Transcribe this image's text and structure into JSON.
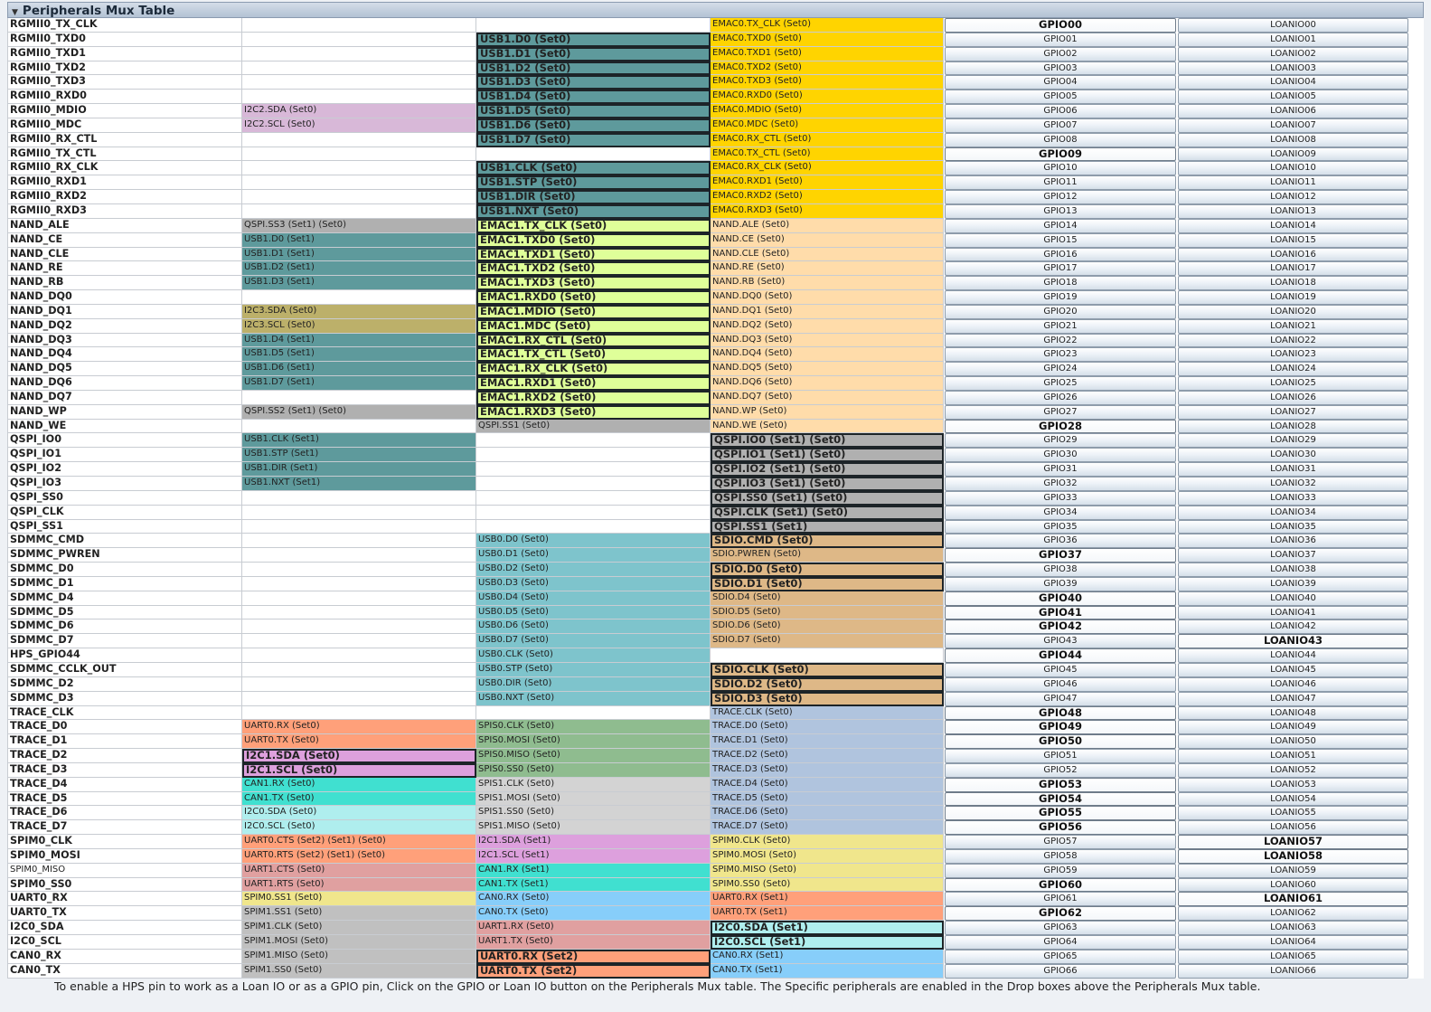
{
  "panel": {
    "title": "Peripherals Mux Table"
  },
  "footer": {
    "text": "To enable a HPS pin to work as a Loan IO or as a GPIO pin, Click on the GPIO or Loan IO button on the Peripherals Mux table. The Specific peripherals are enabled in the Drop boxes above the Peripherals Mux table."
  },
  "colors": {
    "usb1_dark": "#5e9a9c",
    "emac0": "#ffd400",
    "emac1": "#dfff99",
    "nand": "#ffdcaa",
    "qspi": "#b0b0b0",
    "i2c2": "#d8b8d8",
    "i2c3": "#bcb06a",
    "usb0": "#7ec4cc",
    "sdio": "#deb887",
    "trace": "#b0c4de",
    "uart0": "#ffa07a",
    "spis0": "#8fbc8f",
    "i2c1": "#dda0dd",
    "can1": "#40e0d0",
    "spis1": "#d3d3d3",
    "i2c0": "#afeeee",
    "uart1": "#e0a0a0",
    "spim0": "#f0e68c",
    "can0": "#87cefa",
    "spim1": "#c0c0c0"
  },
  "rows": [
    {
      "pin": "RGMII0_TX_CLK",
      "c1": "",
      "c1c": "",
      "c2": "",
      "c2c": "",
      "c3": "EMAC0.TX_CLK (Set0)",
      "c3c": "emac0",
      "gpio": "GPIO00",
      "gpioSel": true,
      "loan": "LOANIO00",
      "loanSel": false
    },
    {
      "pin": "RGMII0_TXD0",
      "c1": "",
      "c1c": "",
      "c2": "USB1.D0 (Set0)",
      "c2c": "usb1_dark",
      "c2b": true,
      "c3": "EMAC0.TXD0 (Set0)",
      "c3c": "emac0",
      "gpio": "GPIO01",
      "loan": "LOANIO01"
    },
    {
      "pin": "RGMII0_TXD1",
      "c1": "",
      "c1c": "",
      "c2": "USB1.D1 (Set0)",
      "c2c": "usb1_dark",
      "c2b": true,
      "c3": "EMAC0.TXD1 (Set0)",
      "c3c": "emac0",
      "gpio": "GPIO02",
      "loan": "LOANIO02"
    },
    {
      "pin": "RGMII0_TXD2",
      "c1": "",
      "c1c": "",
      "c2": "USB1.D2 (Set0)",
      "c2c": "usb1_dark",
      "c2b": true,
      "c3": "EMAC0.TXD2 (Set0)",
      "c3c": "emac0",
      "gpio": "GPIO03",
      "loan": "LOANIO03"
    },
    {
      "pin": "RGMII0_TXD3",
      "c1": "",
      "c1c": "",
      "c2": "USB1.D3 (Set0)",
      "c2c": "usb1_dark",
      "c2b": true,
      "c3": "EMAC0.TXD3 (Set0)",
      "c3c": "emac0",
      "gpio": "GPIO04",
      "loan": "LOANIO04"
    },
    {
      "pin": "RGMII0_RXD0",
      "c1": "",
      "c1c": "",
      "c2": "USB1.D4 (Set0)",
      "c2c": "usb1_dark",
      "c2b": true,
      "c3": "EMAC0.RXD0 (Set0)",
      "c3c": "emac0",
      "gpio": "GPIO05",
      "loan": "LOANIO05"
    },
    {
      "pin": "RGMII0_MDIO",
      "c1": "I2C2.SDA (Set0)",
      "c1c": "i2c2",
      "c2": "USB1.D5 (Set0)",
      "c2c": "usb1_dark",
      "c2b": true,
      "c3": "EMAC0.MDIO (Set0)",
      "c3c": "emac0",
      "gpio": "GPIO06",
      "loan": "LOANIO06"
    },
    {
      "pin": "RGMII0_MDC",
      "c1": "I2C2.SCL (Set0)",
      "c1c": "i2c2",
      "c2": "USB1.D6 (Set0)",
      "c2c": "usb1_dark",
      "c2b": true,
      "c3": "EMAC0.MDC (Set0)",
      "c3c": "emac0",
      "gpio": "GPIO07",
      "loan": "LOANIO07"
    },
    {
      "pin": "RGMII0_RX_CTL",
      "c1": "",
      "c1c": "",
      "c2": "USB1.D7 (Set0)",
      "c2c": "usb1_dark",
      "c2b": true,
      "c3": "EMAC0.RX_CTL (Set0)",
      "c3c": "emac0",
      "gpio": "GPIO08",
      "loan": "LOANIO08"
    },
    {
      "pin": "RGMII0_TX_CTL",
      "c1": "",
      "c1c": "",
      "c2": "",
      "c2c": "",
      "c3": "EMAC0.TX_CTL (Set0)",
      "c3c": "emac0",
      "gpio": "GPIO09",
      "gpioSel": true,
      "loan": "LOANIO09"
    },
    {
      "pin": "RGMII0_RX_CLK",
      "c1": "",
      "c1c": "",
      "c2": "USB1.CLK (Set0)",
      "c2c": "usb1_dark",
      "c2b": true,
      "c3": "EMAC0.RX_CLK (Set0)",
      "c3c": "emac0",
      "gpio": "GPIO10",
      "loan": "LOANIO10"
    },
    {
      "pin": "RGMII0_RXD1",
      "c1": "",
      "c1c": "",
      "c2": "USB1.STP (Set0)",
      "c2c": "usb1_dark",
      "c2b": true,
      "c3": "EMAC0.RXD1 (Set0)",
      "c3c": "emac0",
      "gpio": "GPIO11",
      "loan": "LOANIO11"
    },
    {
      "pin": "RGMII0_RXD2",
      "c1": "",
      "c1c": "",
      "c2": "USB1.DIR (Set0)",
      "c2c": "usb1_dark",
      "c2b": true,
      "c3": "EMAC0.RXD2 (Set0)",
      "c3c": "emac0",
      "gpio": "GPIO12",
      "loan": "LOANIO12"
    },
    {
      "pin": "RGMII0_RXD3",
      "c1": "",
      "c1c": "",
      "c2": "USB1.NXT (Set0)",
      "c2c": "usb1_dark",
      "c2b": true,
      "c3": "EMAC0.RXD3 (Set0)",
      "c3c": "emac0",
      "gpio": "GPIO13",
      "loan": "LOANIO13"
    },
    {
      "pin": "NAND_ALE",
      "c1": "QSPI.SS3 (Set1) (Set0)",
      "c1c": "qspi",
      "c2": "EMAC1.TX_CLK (Set0)",
      "c2c": "emac1",
      "c2b": true,
      "c3": "NAND.ALE (Set0)",
      "c3c": "nand",
      "gpio": "GPIO14",
      "loan": "LOANIO14"
    },
    {
      "pin": "NAND_CE",
      "c1": "USB1.D0 (Set1)",
      "c1c": "usb1_dark",
      "c2": "EMAC1.TXD0 (Set0)",
      "c2c": "emac1",
      "c2b": true,
      "c3": "NAND.CE (Set0)",
      "c3c": "nand",
      "gpio": "GPIO15",
      "loan": "LOANIO15"
    },
    {
      "pin": "NAND_CLE",
      "c1": "USB1.D1 (Set1)",
      "c1c": "usb1_dark",
      "c2": "EMAC1.TXD1 (Set0)",
      "c2c": "emac1",
      "c2b": true,
      "c3": "NAND.CLE (Set0)",
      "c3c": "nand",
      "gpio": "GPIO16",
      "loan": "LOANIO16"
    },
    {
      "pin": "NAND_RE",
      "c1": "USB1.D2 (Set1)",
      "c1c": "usb1_dark",
      "c2": "EMAC1.TXD2 (Set0)",
      "c2c": "emac1",
      "c2b": true,
      "c3": "NAND.RE (Set0)",
      "c3c": "nand",
      "gpio": "GPIO17",
      "loan": "LOANIO17"
    },
    {
      "pin": "NAND_RB",
      "c1": "USB1.D3 (Set1)",
      "c1c": "usb1_dark",
      "c2": "EMAC1.TXD3 (Set0)",
      "c2c": "emac1",
      "c2b": true,
      "c3": "NAND.RB (Set0)",
      "c3c": "nand",
      "gpio": "GPIO18",
      "loan": "LOANIO18"
    },
    {
      "pin": "NAND_DQ0",
      "c1": "",
      "c1c": "",
      "c2": "EMAC1.RXD0 (Set0)",
      "c2c": "emac1",
      "c2b": true,
      "c3": "NAND.DQ0 (Set0)",
      "c3c": "nand",
      "gpio": "GPIO19",
      "loan": "LOANIO19"
    },
    {
      "pin": "NAND_DQ1",
      "c1": "I2C3.SDA (Set0)",
      "c1c": "i2c3",
      "c2": "EMAC1.MDIO (Set0)",
      "c2c": "emac1",
      "c2b": true,
      "c3": "NAND.DQ1 (Set0)",
      "c3c": "nand",
      "gpio": "GPIO20",
      "loan": "LOANIO20"
    },
    {
      "pin": "NAND_DQ2",
      "c1": "I2C3.SCL (Set0)",
      "c1c": "i2c3",
      "c2": "EMAC1.MDC (Set0)",
      "c2c": "emac1",
      "c2b": true,
      "c3": "NAND.DQ2 (Set0)",
      "c3c": "nand",
      "gpio": "GPIO21",
      "loan": "LOANIO21"
    },
    {
      "pin": "NAND_DQ3",
      "c1": "USB1.D4 (Set1)",
      "c1c": "usb1_dark",
      "c2": "EMAC1.RX_CTL (Set0)",
      "c2c": "emac1",
      "c2b": true,
      "c3": "NAND.DQ3 (Set0)",
      "c3c": "nand",
      "gpio": "GPIO22",
      "loan": "LOANIO22"
    },
    {
      "pin": "NAND_DQ4",
      "c1": "USB1.D5 (Set1)",
      "c1c": "usb1_dark",
      "c2": "EMAC1.TX_CTL (Set0)",
      "c2c": "emac1",
      "c2b": true,
      "c3": "NAND.DQ4 (Set0)",
      "c3c": "nand",
      "gpio": "GPIO23",
      "loan": "LOANIO23"
    },
    {
      "pin": "NAND_DQ5",
      "c1": "USB1.D6 (Set1)",
      "c1c": "usb1_dark",
      "c2": "EMAC1.RX_CLK (Set0)",
      "c2c": "emac1",
      "c2b": true,
      "c3": "NAND.DQ5 (Set0)",
      "c3c": "nand",
      "gpio": "GPIO24",
      "loan": "LOANIO24"
    },
    {
      "pin": "NAND_DQ6",
      "c1": "USB1.D7 (Set1)",
      "c1c": "usb1_dark",
      "c2": "EMAC1.RXD1 (Set0)",
      "c2c": "emac1",
      "c2b": true,
      "c3": "NAND.DQ6 (Set0)",
      "c3c": "nand",
      "gpio": "GPIO25",
      "loan": "LOANIO25"
    },
    {
      "pin": "NAND_DQ7",
      "c1": "",
      "c1c": "",
      "c2": "EMAC1.RXD2 (Set0)",
      "c2c": "emac1",
      "c2b": true,
      "c3": "NAND.DQ7 (Set0)",
      "c3c": "nand",
      "gpio": "GPIO26",
      "loan": "LOANIO26"
    },
    {
      "pin": "NAND_WP",
      "c1": "QSPI.SS2 (Set1) (Set0)",
      "c1c": "qspi",
      "c2": "EMAC1.RXD3 (Set0)",
      "c2c": "emac1",
      "c2b": true,
      "c3": "NAND.WP (Set0)",
      "c3c": "nand",
      "gpio": "GPIO27",
      "loan": "LOANIO27"
    },
    {
      "pin": "NAND_WE",
      "c1": "",
      "c1c": "",
      "c2": "QSPI.SS1 (Set0)",
      "c2c": "qspi",
      "c3": "NAND.WE (Set0)",
      "c3c": "nand",
      "gpio": "GPIO28",
      "gpioSel": true,
      "loan": "LOANIO28"
    },
    {
      "pin": "QSPI_IO0",
      "c1": "USB1.CLK (Set1)",
      "c1c": "usb1_dark",
      "c2": "",
      "c2c": "",
      "c3": "QSPI.IO0 (Set1) (Set0)",
      "c3c": "qspi",
      "c3b": true,
      "gpio": "GPIO29",
      "loan": "LOANIO29"
    },
    {
      "pin": "QSPI_IO1",
      "c1": "USB1.STP (Set1)",
      "c1c": "usb1_dark",
      "c2": "",
      "c2c": "",
      "c3": "QSPI.IO1 (Set1) (Set0)",
      "c3c": "qspi",
      "c3b": true,
      "gpio": "GPIO30",
      "loan": "LOANIO30"
    },
    {
      "pin": "QSPI_IO2",
      "c1": "USB1.DIR (Set1)",
      "c1c": "usb1_dark",
      "c2": "",
      "c2c": "",
      "c3": "QSPI.IO2 (Set1) (Set0)",
      "c3c": "qspi",
      "c3b": true,
      "gpio": "GPIO31",
      "loan": "LOANIO31"
    },
    {
      "pin": "QSPI_IO3",
      "c1": "USB1.NXT (Set1)",
      "c1c": "usb1_dark",
      "c2": "",
      "c2c": "",
      "c3": "QSPI.IO3 (Set1) (Set0)",
      "c3c": "qspi",
      "c3b": true,
      "gpio": "GPIO32",
      "loan": "LOANIO32"
    },
    {
      "pin": "QSPI_SS0",
      "c1": "",
      "c1c": "",
      "c2": "",
      "c2c": "",
      "c3": "QSPI.SS0 (Set1) (Set0)",
      "c3c": "qspi",
      "c3b": true,
      "gpio": "GPIO33",
      "loan": "LOANIO33"
    },
    {
      "pin": "QSPI_CLK",
      "c1": "",
      "c1c": "",
      "c2": "",
      "c2c": "",
      "c3": "QSPI.CLK (Set1) (Set0)",
      "c3c": "qspi",
      "c3b": true,
      "gpio": "GPIO34",
      "loan": "LOANIO34"
    },
    {
      "pin": "QSPI_SS1",
      "c1": "",
      "c1c": "",
      "c2": "",
      "c2c": "",
      "c3": "QSPI.SS1 (Set1)",
      "c3c": "qspi",
      "c3b": true,
      "gpio": "GPIO35",
      "loan": "LOANIO35"
    },
    {
      "pin": "SDMMC_CMD",
      "c1": "",
      "c1c": "",
      "c2": "USB0.D0 (Set0)",
      "c2c": "usb0",
      "c3": "SDIO.CMD (Set0)",
      "c3c": "sdio",
      "c3b": true,
      "gpio": "GPIO36",
      "loan": "LOANIO36"
    },
    {
      "pin": "SDMMC_PWREN",
      "c1": "",
      "c1c": "",
      "c2": "USB0.D1 (Set0)",
      "c2c": "usb0",
      "c3": "SDIO.PWREN (Set0)",
      "c3c": "sdio",
      "gpio": "GPIO37",
      "gpioSel": true,
      "loan": "LOANIO37"
    },
    {
      "pin": "SDMMC_D0",
      "c1": "",
      "c1c": "",
      "c2": "USB0.D2 (Set0)",
      "c2c": "usb0",
      "c3": "SDIO.D0 (Set0)",
      "c3c": "sdio",
      "c3b": true,
      "gpio": "GPIO38",
      "loan": "LOANIO38"
    },
    {
      "pin": "SDMMC_D1",
      "c1": "",
      "c1c": "",
      "c2": "USB0.D3 (Set0)",
      "c2c": "usb0",
      "c3": "SDIO.D1 (Set0)",
      "c3c": "sdio",
      "c3b": true,
      "gpio": "GPIO39",
      "loan": "LOANIO39"
    },
    {
      "pin": "SDMMC_D4",
      "c1": "",
      "c1c": "",
      "c2": "USB0.D4 (Set0)",
      "c2c": "usb0",
      "c3": "SDIO.D4 (Set0)",
      "c3c": "sdio",
      "gpio": "GPIO40",
      "gpioSel": true,
      "loan": "LOANIO40"
    },
    {
      "pin": "SDMMC_D5",
      "c1": "",
      "c1c": "",
      "c2": "USB0.D5 (Set0)",
      "c2c": "usb0",
      "c3": "SDIO.D5 (Set0)",
      "c3c": "sdio",
      "gpio": "GPIO41",
      "gpioSel": true,
      "loan": "LOANIO41"
    },
    {
      "pin": "SDMMC_D6",
      "c1": "",
      "c1c": "",
      "c2": "USB0.D6 (Set0)",
      "c2c": "usb0",
      "c3": "SDIO.D6 (Set0)",
      "c3c": "sdio",
      "gpio": "GPIO42",
      "gpioSel": true,
      "loan": "LOANIO42"
    },
    {
      "pin": "SDMMC_D7",
      "c1": "",
      "c1c": "",
      "c2": "USB0.D7 (Set0)",
      "c2c": "usb0",
      "c3": "SDIO.D7 (Set0)",
      "c3c": "sdio",
      "gpio": "GPIO43",
      "loan": "LOANIO43",
      "loanSel": true
    },
    {
      "pin": "HPS_GPIO44",
      "c1": "",
      "c1c": "",
      "c2": "USB0.CLK (Set0)",
      "c2c": "usb0",
      "c3": "",
      "c3c": "",
      "gpio": "GPIO44",
      "gpioSel": true,
      "loan": "LOANIO44"
    },
    {
      "pin": "SDMMC_CCLK_OUT",
      "c1": "",
      "c1c": "",
      "c2": "USB0.STP (Set0)",
      "c2c": "usb0",
      "c3": "SDIO.CLK (Set0)",
      "c3c": "sdio",
      "c3b": true,
      "gpio": "GPIO45",
      "loan": "LOANIO45"
    },
    {
      "pin": "SDMMC_D2",
      "c1": "",
      "c1c": "",
      "c2": "USB0.DIR (Set0)",
      "c2c": "usb0",
      "c3": "SDIO.D2 (Set0)",
      "c3c": "sdio",
      "c3b": true,
      "gpio": "GPIO46",
      "loan": "LOANIO46"
    },
    {
      "pin": "SDMMC_D3",
      "c1": "",
      "c1c": "",
      "c2": "USB0.NXT (Set0)",
      "c2c": "usb0",
      "c3": "SDIO.D3 (Set0)",
      "c3c": "sdio",
      "c3b": true,
      "gpio": "GPIO47",
      "loan": "LOANIO47"
    },
    {
      "pin": "TRACE_CLK",
      "c1": "",
      "c1c": "",
      "c2": "",
      "c2c": "",
      "c3": "TRACE.CLK (Set0)",
      "c3c": "trace",
      "gpio": "GPIO48",
      "gpioSel": true,
      "loan": "LOANIO48"
    },
    {
      "pin": "TRACE_D0",
      "c1": "UART0.RX (Set0)",
      "c1c": "uart0",
      "c2": "SPIS0.CLK (Set0)",
      "c2c": "spis0",
      "c3": "TRACE.D0 (Set0)",
      "c3c": "trace",
      "gpio": "GPIO49",
      "gpioSel": true,
      "loan": "LOANIO49"
    },
    {
      "pin": "TRACE_D1",
      "c1": "UART0.TX (Set0)",
      "c1c": "uart0",
      "c2": "SPIS0.MOSI (Set0)",
      "c2c": "spis0",
      "c3": "TRACE.D1 (Set0)",
      "c3c": "trace",
      "gpio": "GPIO50",
      "gpioSel": true,
      "loan": "LOANIO50"
    },
    {
      "pin": "TRACE_D2",
      "c1": "I2C1.SDA (Set0)",
      "c1c": "i2c1",
      "c1b": true,
      "c2": "SPIS0.MISO (Set0)",
      "c2c": "spis0",
      "c3": "TRACE.D2 (Set0)",
      "c3c": "trace",
      "gpio": "GPIO51",
      "loan": "LOANIO51"
    },
    {
      "pin": "TRACE_D3",
      "c1": "I2C1.SCL (Set0)",
      "c1c": "i2c1",
      "c1b": true,
      "c2": "SPIS0.SS0 (Set0)",
      "c2c": "spis0",
      "c3": "TRACE.D3 (Set0)",
      "c3c": "trace",
      "gpio": "GPIO52",
      "loan": "LOANIO52"
    },
    {
      "pin": "TRACE_D4",
      "c1": "CAN1.RX (Set0)",
      "c1c": "can1",
      "c2": "SPIS1.CLK (Set0)",
      "c2c": "spis1",
      "c3": "TRACE.D4 (Set0)",
      "c3c": "trace",
      "gpio": "GPIO53",
      "gpioSel": true,
      "loan": "LOANIO53"
    },
    {
      "pin": "TRACE_D5",
      "c1": "CAN1.TX (Set0)",
      "c1c": "can1",
      "c2": "SPIS1.MOSI (Set0)",
      "c2c": "spis1",
      "c3": "TRACE.D5 (Set0)",
      "c3c": "trace",
      "gpio": "GPIO54",
      "gpioSel": true,
      "loan": "LOANIO54"
    },
    {
      "pin": "TRACE_D6",
      "c1": "I2C0.SDA (Set0)",
      "c1c": "i2c0",
      "c2": "SPIS1.SS0 (Set0)",
      "c2c": "spis1",
      "c3": "TRACE.D6 (Set0)",
      "c3c": "trace",
      "gpio": "GPIO55",
      "gpioSel": true,
      "loan": "LOANIO55"
    },
    {
      "pin": "TRACE_D7",
      "c1": "I2C0.SCL (Set0)",
      "c1c": "i2c0",
      "c2": "SPIS1.MISO (Set0)",
      "c2c": "spis1",
      "c3": "TRACE.D7 (Set0)",
      "c3c": "trace",
      "gpio": "GPIO56",
      "gpioSel": true,
      "loan": "LOANIO56"
    },
    {
      "pin": "SPIM0_CLK",
      "c1": "UART0.CTS (Set2) (Set1) (Set0)",
      "c1c": "uart0",
      "c2": "I2C1.SDA (Set1)",
      "c2c": "i2c1",
      "c3": "SPIM0.CLK (Set0)",
      "c3c": "spim0",
      "gpio": "GPIO57",
      "loan": "LOANIO57",
      "loanSel": true
    },
    {
      "pin": "SPIM0_MOSI",
      "c1": "UART0.RTS (Set2) (Set1) (Set0)",
      "c1c": "uart0",
      "c2": "I2C1.SCL (Set1)",
      "c2c": "i2c1",
      "c3": "SPIM0.MOSI (Set0)",
      "c3c": "spim0",
      "gpio": "GPIO58",
      "loan": "LOANIO58",
      "loanSel": true
    },
    {
      "pin": "SPIM0_MISO",
      "pinNorm": true,
      "c1": "UART1.CTS (Set0)",
      "c1c": "uart1",
      "c2": "CAN1.RX (Set1)",
      "c2c": "can1",
      "c3": "SPIM0.MISO (Set0)",
      "c3c": "spim0",
      "gpio": "GPIO59",
      "loan": "LOANIO59"
    },
    {
      "pin": "SPIM0_SS0",
      "c1": "UART1.RTS (Set0)",
      "c1c": "uart1",
      "c2": "CAN1.TX (Set1)",
      "c2c": "can1",
      "c3": "SPIM0.SS0 (Set0)",
      "c3c": "spim0",
      "gpio": "GPIO60",
      "gpioSel": true,
      "loan": "LOANIO60"
    },
    {
      "pin": "UART0_RX",
      "c1": "SPIM0.SS1 (Set0)",
      "c1c": "spim0",
      "c2": "CAN0.RX (Set0)",
      "c2c": "can0",
      "c3": "UART0.RX (Set1)",
      "c3c": "uart0",
      "gpio": "GPIO61",
      "loan": "LOANIO61",
      "loanSel": true
    },
    {
      "pin": "UART0_TX",
      "c1": "SPIM1.SS1 (Set0)",
      "c1c": "spim1",
      "c2": "CAN0.TX (Set0)",
      "c2c": "can0",
      "c3": "UART0.TX (Set1)",
      "c3c": "uart0",
      "gpio": "GPIO62",
      "gpioSel": true,
      "loan": "LOANIO62"
    },
    {
      "pin": "I2C0_SDA",
      "c1": "SPIM1.CLK (Set0)",
      "c1c": "spim1",
      "c2": "UART1.RX (Set0)",
      "c2c": "uart1",
      "c3": "I2C0.SDA (Set1)",
      "c3c": "i2c0",
      "c3b": true,
      "gpio": "GPIO63",
      "loan": "LOANIO63"
    },
    {
      "pin": "I2C0_SCL",
      "c1": "SPIM1.MOSI (Set0)",
      "c1c": "spim1",
      "c2": "UART1.TX (Set0)",
      "c2c": "uart1",
      "c3": "I2C0.SCL (Set1)",
      "c3c": "i2c0",
      "c3b": true,
      "gpio": "GPIO64",
      "loan": "LOANIO64"
    },
    {
      "pin": "CAN0_RX",
      "c1": "SPIM1.MISO (Set0)",
      "c1c": "spim1",
      "c2": "UART0.RX (Set2)",
      "c2c": "uart0",
      "c2b": true,
      "c3": "CAN0.RX (Set1)",
      "c3c": "can0",
      "gpio": "GPIO65",
      "loan": "LOANIO65"
    },
    {
      "pin": "CAN0_TX",
      "c1": "SPIM1.SS0 (Set0)",
      "c1c": "spim1",
      "c2": "UART0.TX (Set2)",
      "c2c": "uart0",
      "c2b": true,
      "c3": "CAN0.TX (Set1)",
      "c3c": "can0",
      "gpio": "GPIO66",
      "loan": "LOANIO66"
    }
  ]
}
